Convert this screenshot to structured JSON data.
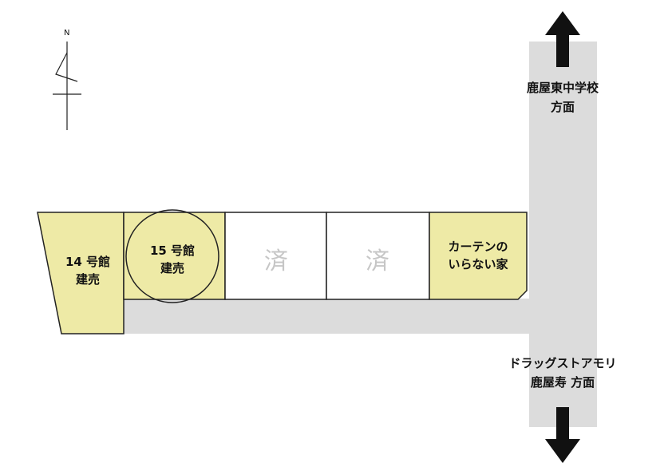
{
  "compass": {
    "label": "N"
  },
  "lots": [
    {
      "id": "lot-14",
      "line1": "14 号館",
      "line2": "建売",
      "status": "for-sale"
    },
    {
      "id": "lot-15",
      "line1": "15 号館",
      "line2": "建売",
      "status": "for-sale",
      "highlighted": true
    },
    {
      "id": "lot-sold-1",
      "mark": "済",
      "status": "sold"
    },
    {
      "id": "lot-sold-2",
      "mark": "済",
      "status": "sold"
    },
    {
      "id": "lot-curtain",
      "line1": "カーテンの",
      "line2": "いらない家",
      "status": "for-sale"
    }
  ],
  "directions": {
    "north": {
      "line1": "鹿屋東中学校",
      "line2": "方面"
    },
    "south": {
      "line1": "ドラッグストアモリ",
      "line2": "鹿屋寿 方面"
    }
  },
  "colors": {
    "for_sale_fill": "#eeeaa6",
    "sold_fill": "#ffffff",
    "road": "#dcdcdc",
    "outline": "#222222",
    "arrow": "#111111",
    "sold_mark": "#c6c6c6"
  }
}
